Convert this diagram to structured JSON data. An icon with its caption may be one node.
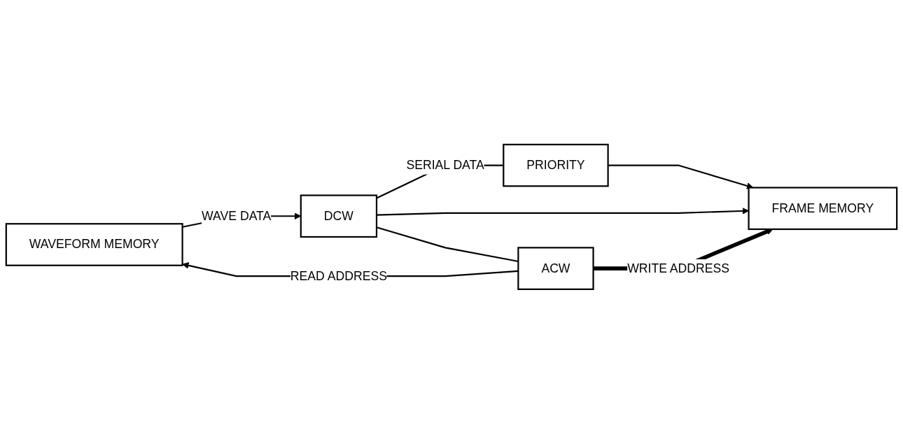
{
  "diagram": {
    "nodes": [
      {
        "text": [
          "WAVEFORM MEMORY"
        ]
      },
      {
        "text": [
          "DCW"
        ]
      },
      {
        "text": [
          "PRIORITY"
        ]
      },
      {
        "text": [
          "FRAME MEMORY"
        ]
      },
      {
        "text": [
          "ACW"
        ]
      }
    ],
    "edges": [
      {
        "from": 0,
        "to": 1,
        "arrow": "to",
        "label": "WAVE DATA"
      },
      {
        "from": 1,
        "to": 2,
        "arrow": "none",
        "label": "SERIAL DATA"
      },
      {
        "from": 2,
        "to": 3,
        "arrow": "to"
      },
      {
        "from": 1,
        "to": 4,
        "arrow": "none"
      },
      {
        "from": 1,
        "to": 3,
        "arrow": "to"
      },
      {
        "from": 4,
        "to": 0,
        "arrow": "to",
        "label": "READ ADDRESS"
      },
      {
        "from": 4,
        "to": 3,
        "arrow": "to",
        "label": "WRITE ADDRESS",
        "style": "thick"
      }
    ]
  }
}
